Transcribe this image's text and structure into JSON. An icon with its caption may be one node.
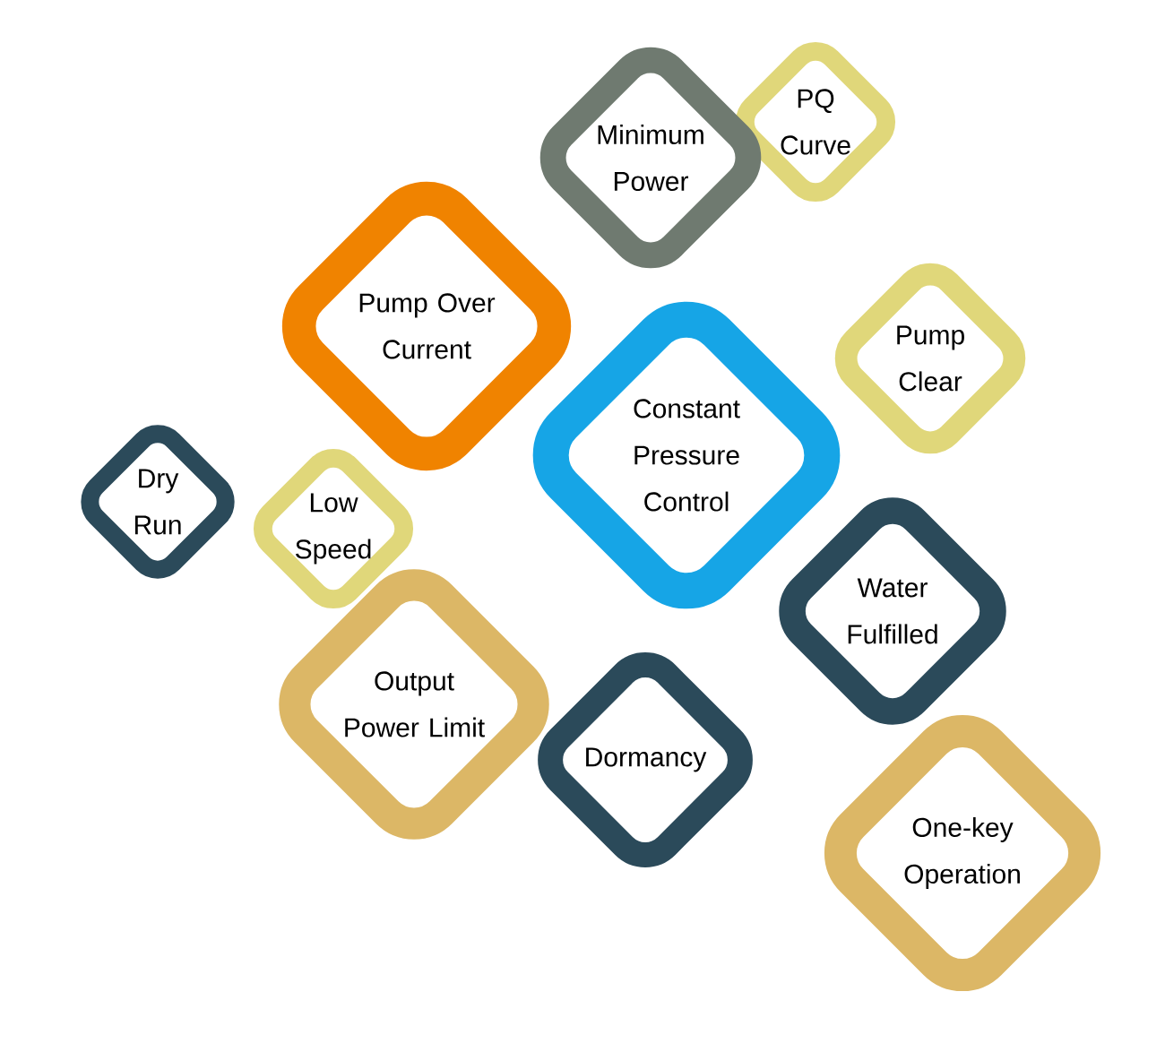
{
  "diagram": {
    "nodes": [
      {
        "text": [
          "PQ Curve"
        ]
      },
      {
        "text": [
          "Minimum Power"
        ]
      },
      {
        "text": [
          "Pump Over Current"
        ]
      },
      {
        "text": [
          "Pump Clear"
        ]
      },
      {
        "text": [
          "Constant Pressure Control"
        ]
      },
      {
        "text": [
          "Dry Run"
        ]
      },
      {
        "text": [
          "Low Speed"
        ]
      },
      {
        "text": [
          "Water Fulfilled"
        ]
      },
      {
        "text": [
          "Output Power Limit"
        ]
      },
      {
        "text": [
          "Dormancy"
        ]
      },
      {
        "text": [
          "One-key Operation"
        ]
      }
    ]
  }
}
